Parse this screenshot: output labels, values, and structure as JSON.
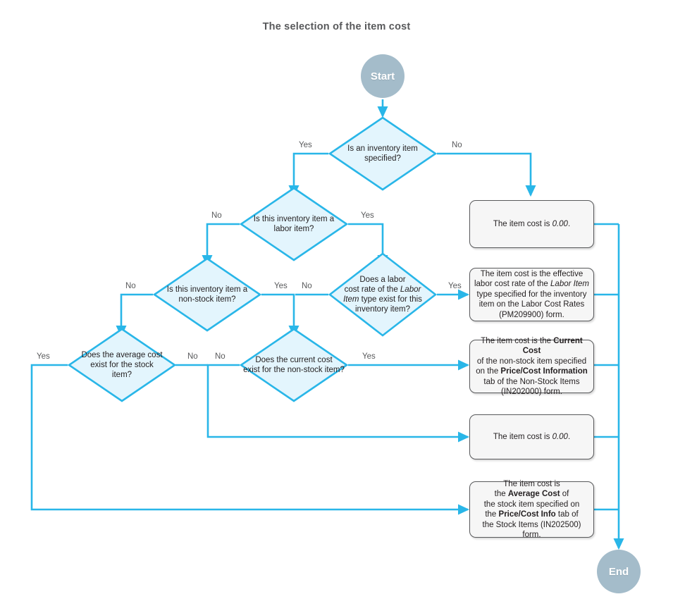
{
  "title": "The selection of the item cost",
  "colors": {
    "edge": "#29b6e8",
    "diamond_fill": "#e3f5fd",
    "diamond_stroke": "#29b6e8",
    "terminator_fill": "#a4bcca",
    "terminator_text": "#ffffff",
    "box_fill": "#f6f6f6",
    "box_stroke": "#58595b",
    "text": "#231f20",
    "label_text": "#58595b",
    "title_text": "#58595b"
  },
  "nodes": {
    "start": {
      "label": "Start",
      "type": "terminator"
    },
    "end": {
      "label": "End",
      "type": "terminator"
    },
    "d1": {
      "type": "decision",
      "text": "Is an inventory item specified?",
      "html": "Is an inventory item<br>specified?"
    },
    "d2": {
      "type": "decision",
      "text": "Is this inventory item a labor item?",
      "html": "Is this inventory item a<br>labor item?"
    },
    "d3": {
      "type": "decision",
      "text": "Is this inventory item a non-stock item?",
      "html": "Is this inventory item a<br>non-stock item?"
    },
    "d4": {
      "type": "decision",
      "text": "Does a labor cost rate of the Labor Item type exist for this inventory item?",
      "html": "Does a labor<br>cost rate of the <em>Labor</em><br><em>Item</em> type exist for this<br>inventory item?"
    },
    "d5": {
      "type": "decision",
      "text": "Does the average cost exist for the stock item?",
      "html": "Does the average cost<br>exist for the stock item?"
    },
    "d6": {
      "type": "decision",
      "text": "Does the current cost exist for the non-stock item?",
      "html": "Does the current cost<br>exist for the non-stock item?"
    },
    "p1": {
      "type": "process",
      "text": "The item cost is 0.00.",
      "html": "The item cost is <em>0.00</em>."
    },
    "p2": {
      "type": "process",
      "text": "The item cost is the effective labor cost rate of the Labor Item type specified for the inventory item on the Labor Cost Rates (PM209900) form.",
      "html": "The item cost is the effective<br>labor cost rate of the <em>Labor Item</em><br>type specified for the inventory<br>item on the Labor Cost Rates<br>(PM209900) form."
    },
    "p3": {
      "type": "process",
      "text": "The item cost is the Current Cost of the non-stock item specified on the Price/Cost Information tab of the Non-Stock Items (IN202000) form.",
      "html": "The item cost is the <b>Current Cost</b><br>of the non-stock item specified<br>on the <b>Price/Cost Information</b><br>tab of the Non-Stock Items<br>(IN202000) form."
    },
    "p4": {
      "type": "process",
      "text": "The item cost is 0.00.",
      "html": "The item cost is <em>0.00</em>."
    },
    "p5": {
      "type": "process",
      "text": "The item cost is the Average Cost of the stock item specified on the Price/Cost Info tab of the Stock Items (IN202500) form.",
      "html": "The item cost is<br>the <b>Average Cost</b> of<br>the stock item specified on<br>the <b>Price/Cost Info</b> tab of<br>the Stock Items (IN202500) form."
    }
  },
  "edge_labels": {
    "d1_yes": "Yes",
    "d1_no": "No",
    "d2_no": "No",
    "d2_yes": "Yes",
    "d3_no": "No",
    "d3_yes": "Yes",
    "d4_no": "No",
    "d4_yes": "Yes",
    "d5_yes": "Yes",
    "d5_no": "No",
    "d6_no": "No",
    "d6_yes": "Yes"
  }
}
